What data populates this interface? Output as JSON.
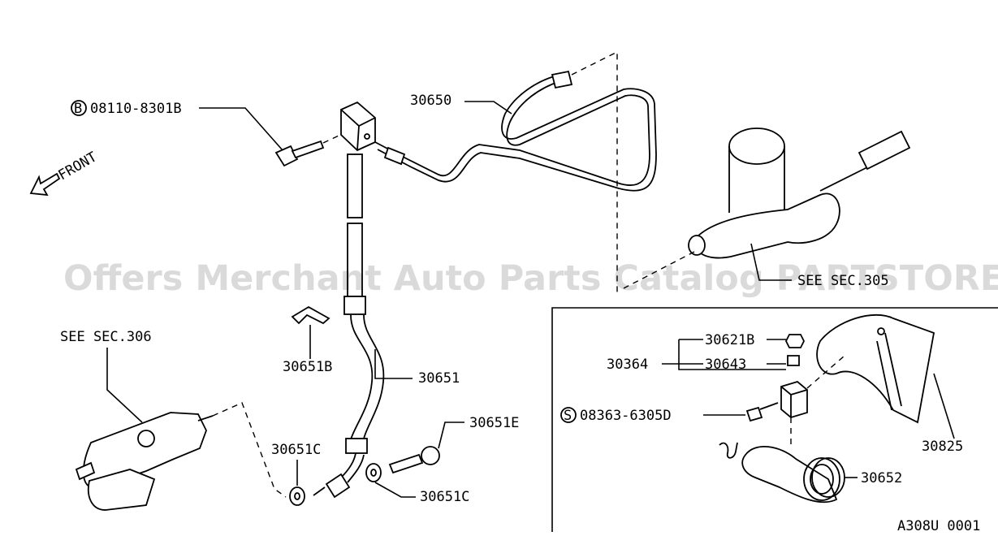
{
  "front_label": "FRONT",
  "watermark": "Offers Merchant Auto Parts Catalog PARTSTORE.SA",
  "diagram_code": "A308U 0001",
  "callouts": {
    "bolt_b_prefix": "B",
    "bolt_b": "08110-8301B",
    "pipe": "30650",
    "see_sec_305": "SEE SEC.305",
    "see_sec_306": "SEE SEC.306",
    "clip": "30651B",
    "hose": "30651",
    "washer_left": "30651C",
    "union_bolt": "30651E",
    "washer_right": "30651C",
    "bleeder": "30621B",
    "cap": "30643",
    "group": "30364",
    "screw_s_prefix": "S",
    "screw_s": "08363-6305D",
    "bracket": "30825",
    "spring": "30652"
  }
}
